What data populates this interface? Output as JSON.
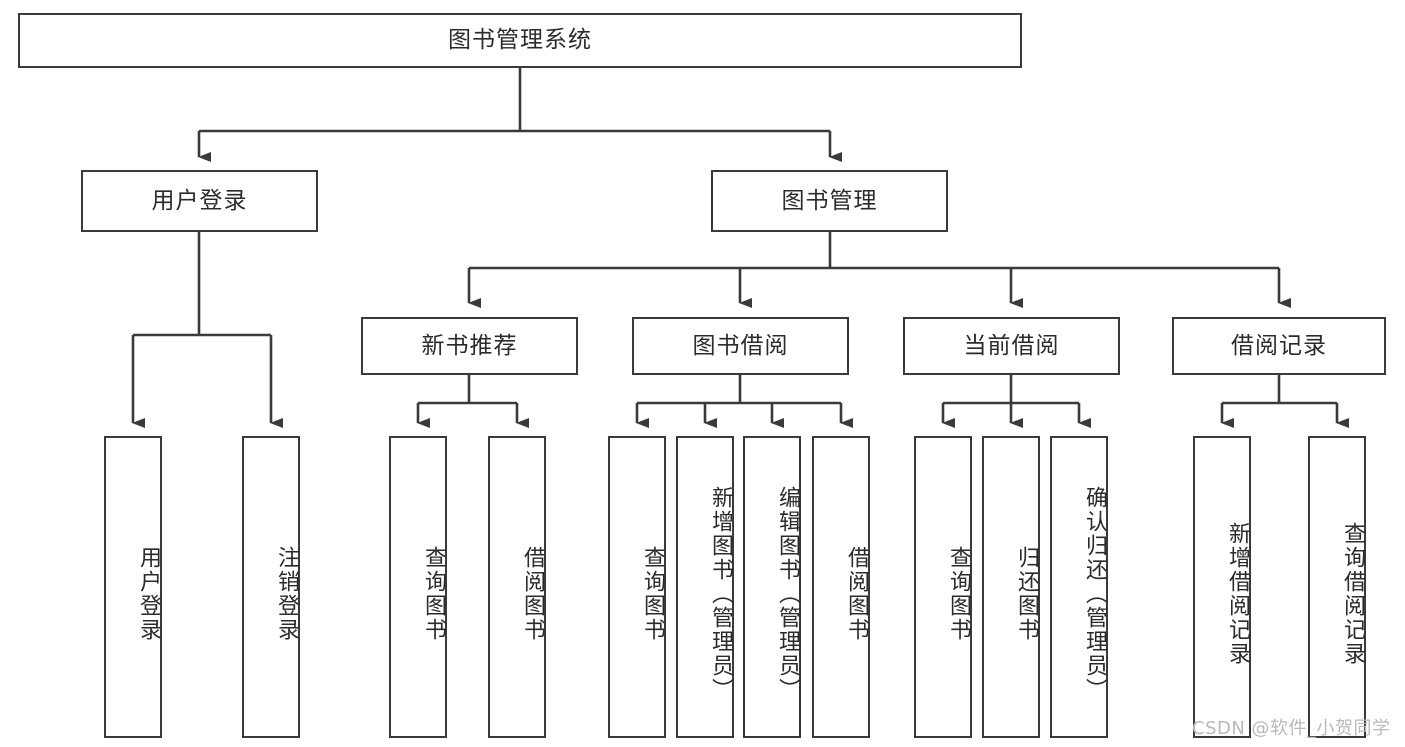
{
  "diagram": {
    "title": "图书管理系统",
    "type": "tree-hierarchy-chart",
    "watermark": "CSDN @软件_小贺同学",
    "colors": {
      "stroke": "#3a3a3a",
      "text": "#2b2b2b",
      "background": "#ffffff",
      "watermark": "#b9b9b9"
    },
    "nodes": {
      "root": {
        "label": "图书管理系统"
      },
      "level2": [
        {
          "id": "user-login",
          "label": "用户登录"
        },
        {
          "id": "book-manage",
          "label": "图书管理"
        }
      ],
      "level3": [
        {
          "id": "new-book-recommend",
          "label": "新书推荐"
        },
        {
          "id": "book-borrow",
          "label": "图书借阅"
        },
        {
          "id": "current-borrow",
          "label": "当前借阅"
        },
        {
          "id": "borrow-record",
          "label": "借阅记录"
        }
      ],
      "leaves": {
        "user-login": [
          {
            "id": "leaf-user-login",
            "label": "用户登录"
          },
          {
            "id": "leaf-logout-login",
            "label": "注销登录"
          }
        ],
        "new-book-recommend": [
          {
            "id": "leaf-query-book-1",
            "label": "查询图书"
          },
          {
            "id": "leaf-borrow-book-1",
            "label": "借阅图书"
          }
        ],
        "book-borrow": [
          {
            "id": "leaf-query-book-2",
            "label": "查询图书"
          },
          {
            "id": "leaf-add-book",
            "label": "新增图书（管理员）"
          },
          {
            "id": "leaf-edit-book",
            "label": "编辑图书（管理员）"
          },
          {
            "id": "leaf-borrow-book-2",
            "label": "借阅图书"
          }
        ],
        "current-borrow": [
          {
            "id": "leaf-query-book-3",
            "label": "查询图书"
          },
          {
            "id": "leaf-return-book",
            "label": "归还图书"
          },
          {
            "id": "leaf-confirm-return",
            "label": "确认归还（管理员）"
          }
        ],
        "borrow-record": [
          {
            "id": "leaf-add-record",
            "label": "新增借阅记录"
          },
          {
            "id": "leaf-query-record",
            "label": "查询借阅记录"
          }
        ]
      }
    }
  }
}
